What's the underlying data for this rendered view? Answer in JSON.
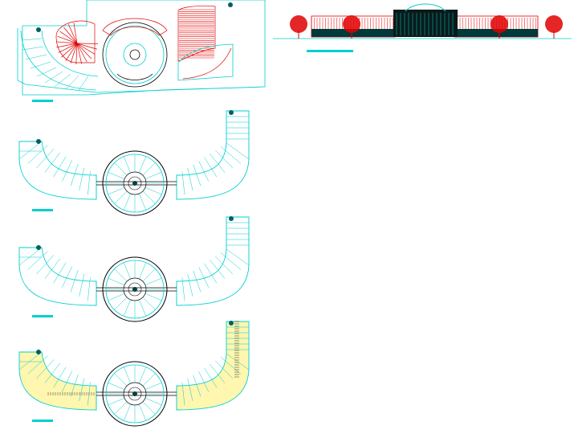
{
  "drawing": {
    "sheets": [
      {
        "id": "plan-top",
        "kind": "floor-plan-colored"
      },
      {
        "id": "plan-level-2",
        "kind": "floor-plan"
      },
      {
        "id": "plan-level-3",
        "kind": "floor-plan"
      },
      {
        "id": "plan-level-4",
        "kind": "floor-plan-hatched"
      },
      {
        "id": "elevation",
        "kind": "front-elevation"
      }
    ],
    "colors": {
      "background": "#ffffff",
      "linework": "#00cfcf",
      "structure": "#000000",
      "accent": "#e00000",
      "fill": "#fff6b0",
      "dark": "#004040"
    }
  }
}
